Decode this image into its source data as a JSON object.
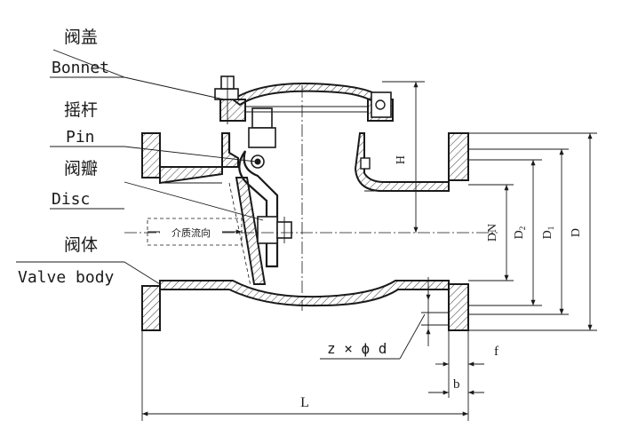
{
  "callouts": {
    "bonnet_cn": "阀盖",
    "bonnet_en": "Bonnet",
    "pin_cn": "摇杆",
    "pin_en": "Pin",
    "disc_cn": "阀瓣",
    "disc_en": "Disc",
    "body_cn": "阀体",
    "body_en": "Valve body"
  },
  "flow_label": "介质流向",
  "dimensions": {
    "H": "H",
    "DN": "DN",
    "D2": "D",
    "D2_sub": "2",
    "D1": "D",
    "D1_sub": "1",
    "D": "D",
    "bolts": "z × ϕ d",
    "f": "f",
    "b": "b",
    "L": "L"
  }
}
